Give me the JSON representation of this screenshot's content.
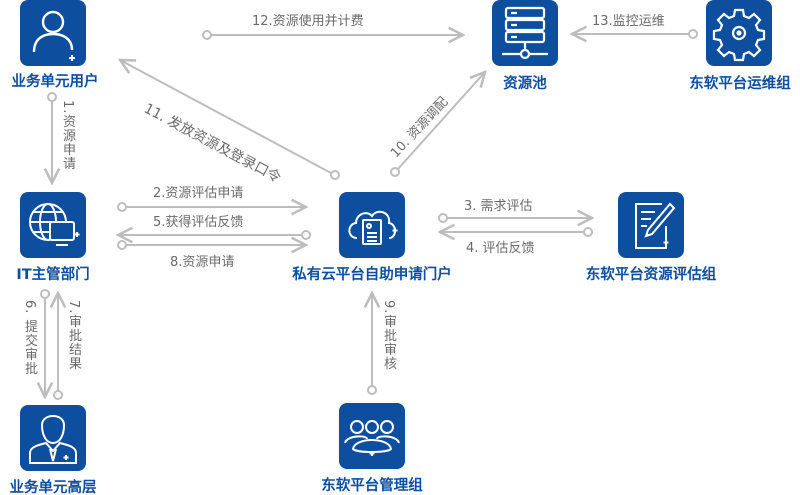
{
  "nodes": {
    "biz_user": "业务单元用户",
    "resource_pool": "资源池",
    "ops_group": "东软平台运维组",
    "it_dept": "IT主管部门",
    "portal": "私有云平台自助申请门户",
    "eval_group": "东软平台资源评估组",
    "biz_exec": "业务单元高层",
    "mgmt_group": "东软平台管理组"
  },
  "edges": {
    "e1": "1.资源申请",
    "e2": "2.资源评估申请",
    "e3": "3. 需求评估",
    "e4": "4. 评估反馈",
    "e5": "5.获得评估反馈",
    "e6": "6. 提交审批",
    "e7": "7.审批结果",
    "e8": "8.资源申请",
    "e9": "9.审批审核",
    "e10": "10. 资源调配",
    "e11": "11. 发放资源及登录口令",
    "e12": "12.资源使用并计费",
    "e13": "13.监控运维"
  },
  "colors": {
    "node": "#0d4f9e",
    "edge": "#bdbdbd",
    "edge_text": "#6a6a6a"
  }
}
